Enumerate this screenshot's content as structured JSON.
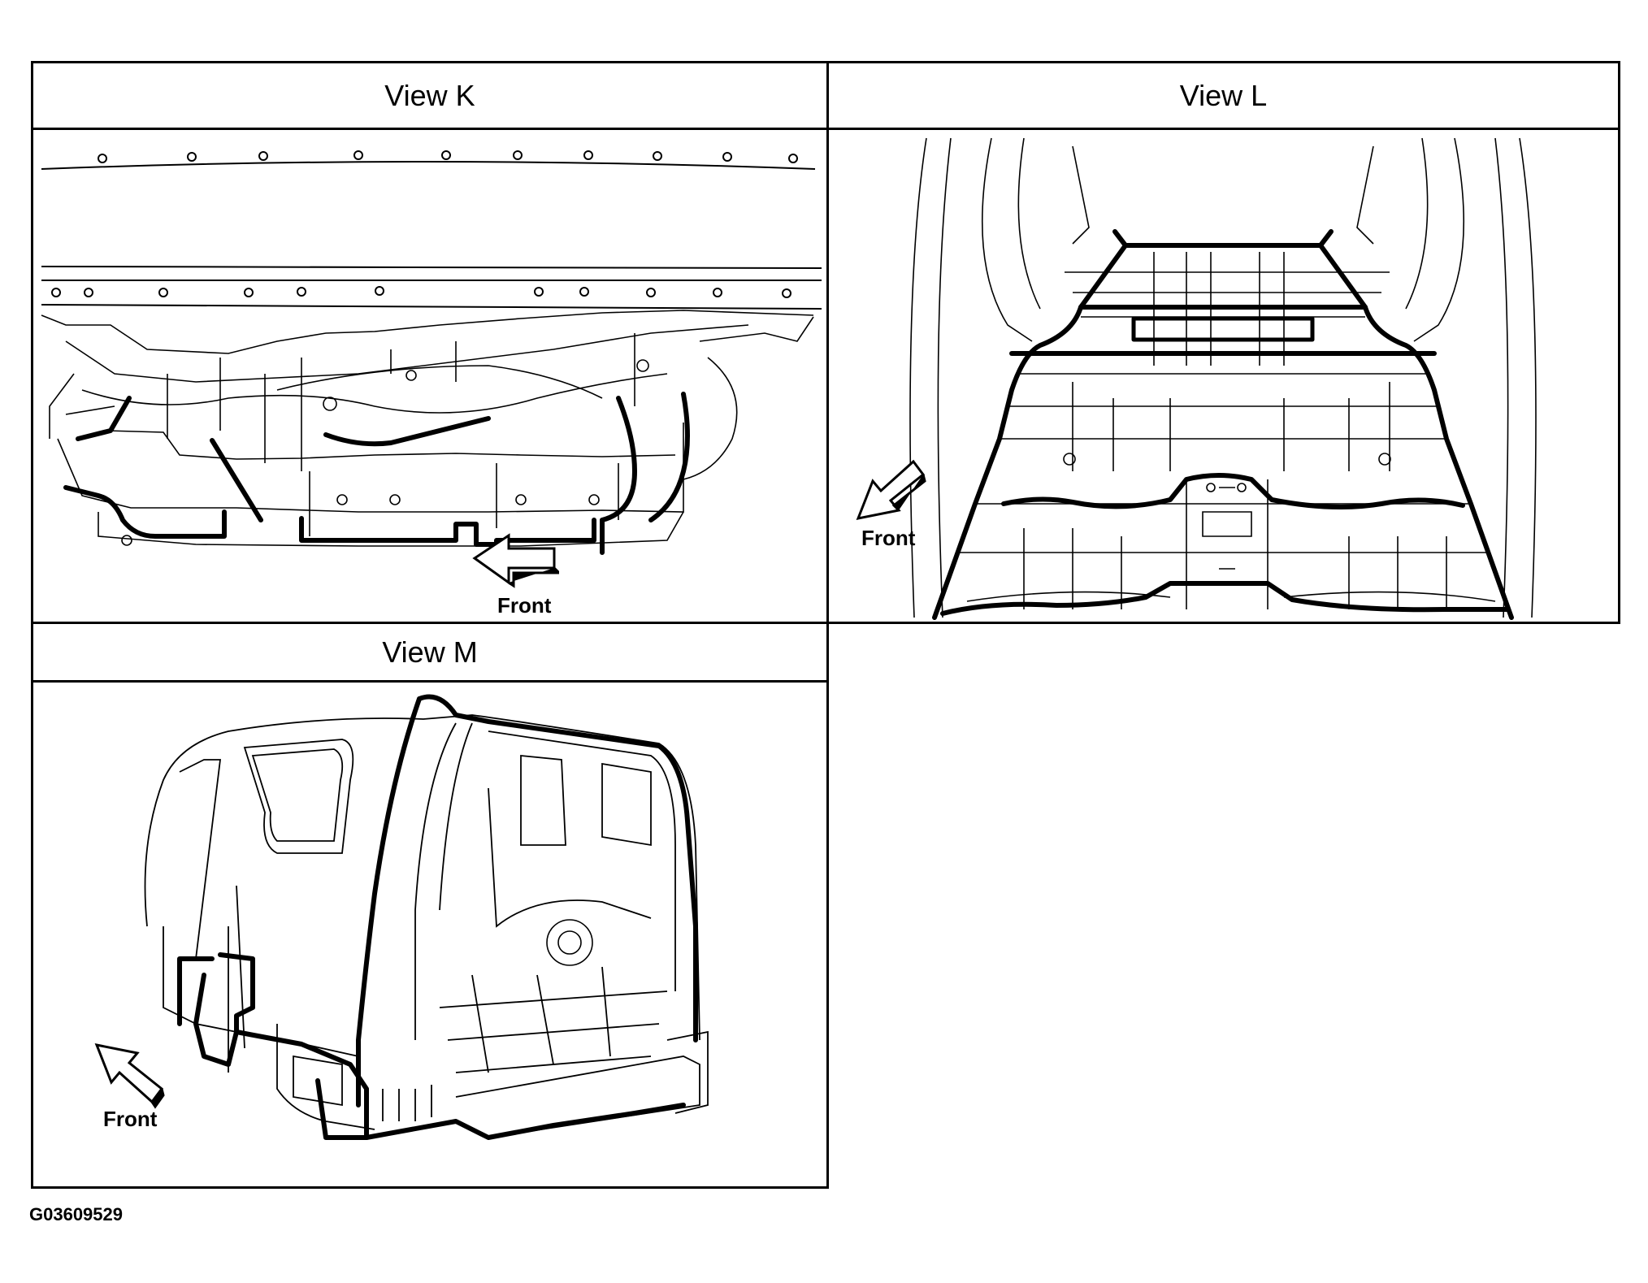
{
  "views": {
    "k": {
      "title": "View K",
      "front_label": "Front"
    },
    "l": {
      "title": "View L",
      "front_label": "Front"
    },
    "m": {
      "title": "View M",
      "front_label": "Front"
    }
  },
  "figure_id": "G03609529",
  "icons": {
    "front_arrow": "front-arrow-icon"
  },
  "colors": {
    "line": "#000000",
    "background": "#ffffff"
  }
}
